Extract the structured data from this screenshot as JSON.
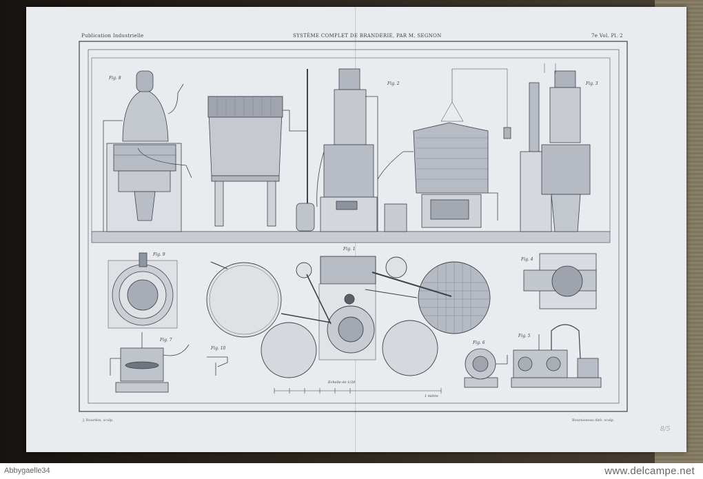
{
  "plate": {
    "publisher": "Publication Industrielle",
    "title": "SYSTÈME COMPLET DE BRANDERIE, PAR M. SEGNON",
    "plate_number": "7e Vol. Pl. 2",
    "engraver_left": "J. Bourdon, sculp.",
    "engraver_right": "Bournisseau dirè. sculp.",
    "pencil_mark": "8/5",
    "scale_label": "Échelle de 1/20",
    "scale_unit": "1 mètre"
  },
  "figures": {
    "fig8": "Fig. 8",
    "fig2": "Fig. 2",
    "fig3": "Fig. 3",
    "fig9": "Fig. 9",
    "fig1": "Fig. 1",
    "fig4": "Fig. 4",
    "fig7": "Fig. 7",
    "fig10": "Fig. 10",
    "fig6": "Fig. 6",
    "fig5": "Fig. 5"
  },
  "watermark": {
    "uploader": "Abbygaelle34",
    "site": "www.delcampe.net"
  }
}
